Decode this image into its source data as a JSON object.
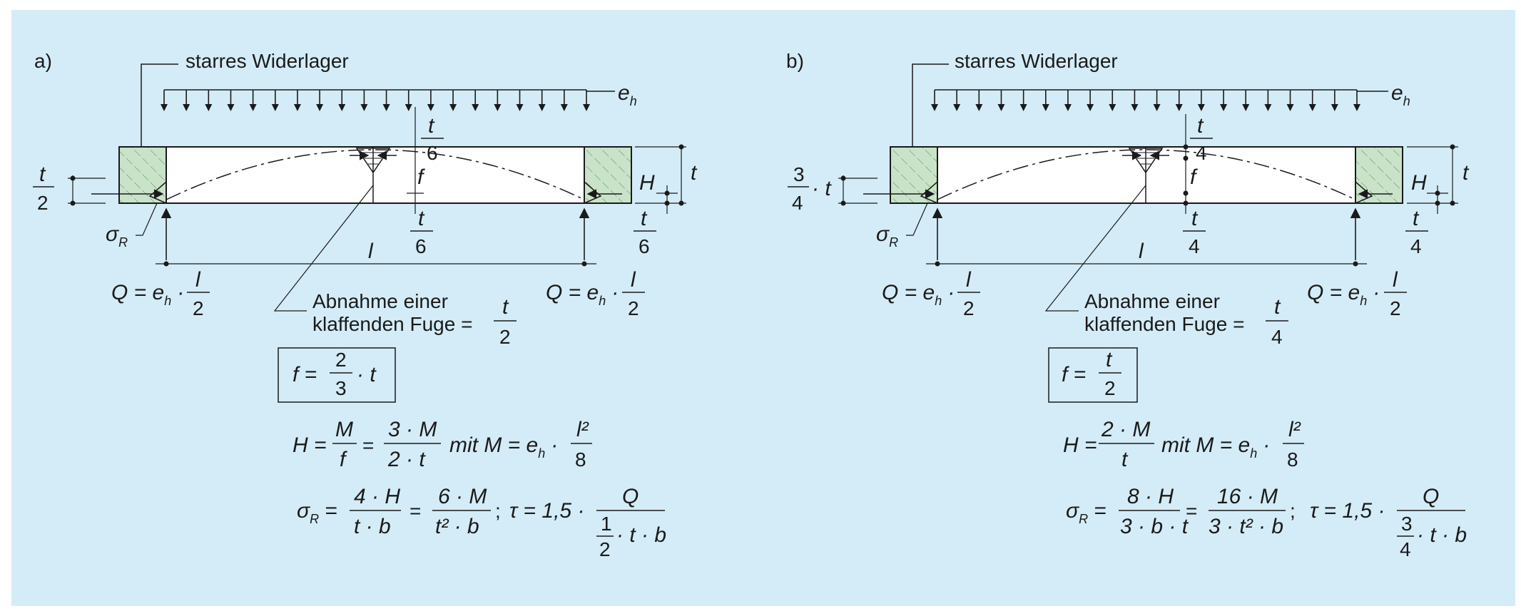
{
  "colors": {
    "background": "#d4ecf7",
    "ink": "#1a1a1a",
    "hatch_fill": "#c9e3c8",
    "box_fill": "#ffffff"
  },
  "panel_a": {
    "label": "a)",
    "support_label": "starres Widerlager",
    "load": "e",
    "load_sub": "h",
    "t_over_6_num": "t",
    "t_over_6_den": "6",
    "f": "f",
    "H": "H",
    "t": "t",
    "left_dim_num": "t",
    "left_dim_den": "2",
    "right_dim_num": "t",
    "right_dim_den": "6",
    "mid_dim_num": "t",
    "mid_dim_den": "6",
    "sigma": "σ",
    "sigma_sub": "R",
    "l": "l",
    "q_left": "Q = e",
    "q_sub": "h",
    "q_dot": "·",
    "q_num": "l",
    "q_den": "2",
    "joint_line1": "Abnahme einer",
    "joint_line2": "klaffenden Fuge =",
    "joint_num": "t",
    "joint_den": "2",
    "box_lhs": "f =",
    "box_num": "2",
    "box_den": "3",
    "box_rhs": "· t",
    "eq1_H": "H =",
    "eq1_n1": "M",
    "eq1_d1": "f",
    "eq1_eq": "=",
    "eq1_n2": "3 · M",
    "eq1_d2": "2 · t",
    "eq1_mit": "mit M = e",
    "eq1_sub": "h",
    "eq1_dot": "·",
    "eq1_n3": "l²",
    "eq1_d3": "8",
    "eq2_sigma": "σ",
    "eq2_sub": "R",
    "eq2_eq": "=",
    "eq2_n1": "4 · H",
    "eq2_d1": "t · b",
    "eq2_eq2": "=",
    "eq2_n2": "6 · M",
    "eq2_d2": "t² · b",
    "eq2_semi": ";",
    "eq2_tau": "τ = 1,5 ·",
    "eq2_n3": "Q",
    "eq2_d3_num": "1",
    "eq2_d3_den": "2",
    "eq2_d3_rest": "· t · b"
  },
  "panel_b": {
    "label": "b)",
    "support_label": "starres Widerlager",
    "load": "e",
    "load_sub": "h",
    "t_over_4_num": "t",
    "t_over_4_den": "4",
    "f": "f",
    "H": "H",
    "t": "t",
    "left_dim_num": "3",
    "left_dim_den": "4",
    "left_dim_rest": "· t",
    "right_dim_num": "t",
    "right_dim_den": "4",
    "mid_dim_num": "t",
    "mid_dim_den": "4",
    "sigma": "σ",
    "sigma_sub": "R",
    "l": "l",
    "q_left": "Q = e",
    "q_sub": "h",
    "q_dot": "·",
    "q_num": "l",
    "q_den": "2",
    "joint_line1": "Abnahme einer",
    "joint_line2": "klaffenden Fuge =",
    "joint_num": "t",
    "joint_den": "4",
    "box_lhs": "f =",
    "box_num": "t",
    "box_den": "2",
    "eq1_H": "H =",
    "eq1_n1": "2 · M",
    "eq1_d1": "t",
    "eq1_mit": "mit M = e",
    "eq1_sub": "h",
    "eq1_dot": "·",
    "eq1_n3": "l²",
    "eq1_d3": "8",
    "eq2_sigma": "σ",
    "eq2_sub": "R",
    "eq2_eq": "=",
    "eq2_n1": "8 · H",
    "eq2_d1": "3 · b · t",
    "eq2_eq2": "=",
    "eq2_n2": "16 · M",
    "eq2_d2": "3 · t² · b",
    "eq2_semi": ";",
    "eq2_tau": "τ = 1,5 ·",
    "eq2_n3": "Q",
    "eq2_d3_num": "3",
    "eq2_d3_den": "4",
    "eq2_d3_rest": "· t · b"
  }
}
